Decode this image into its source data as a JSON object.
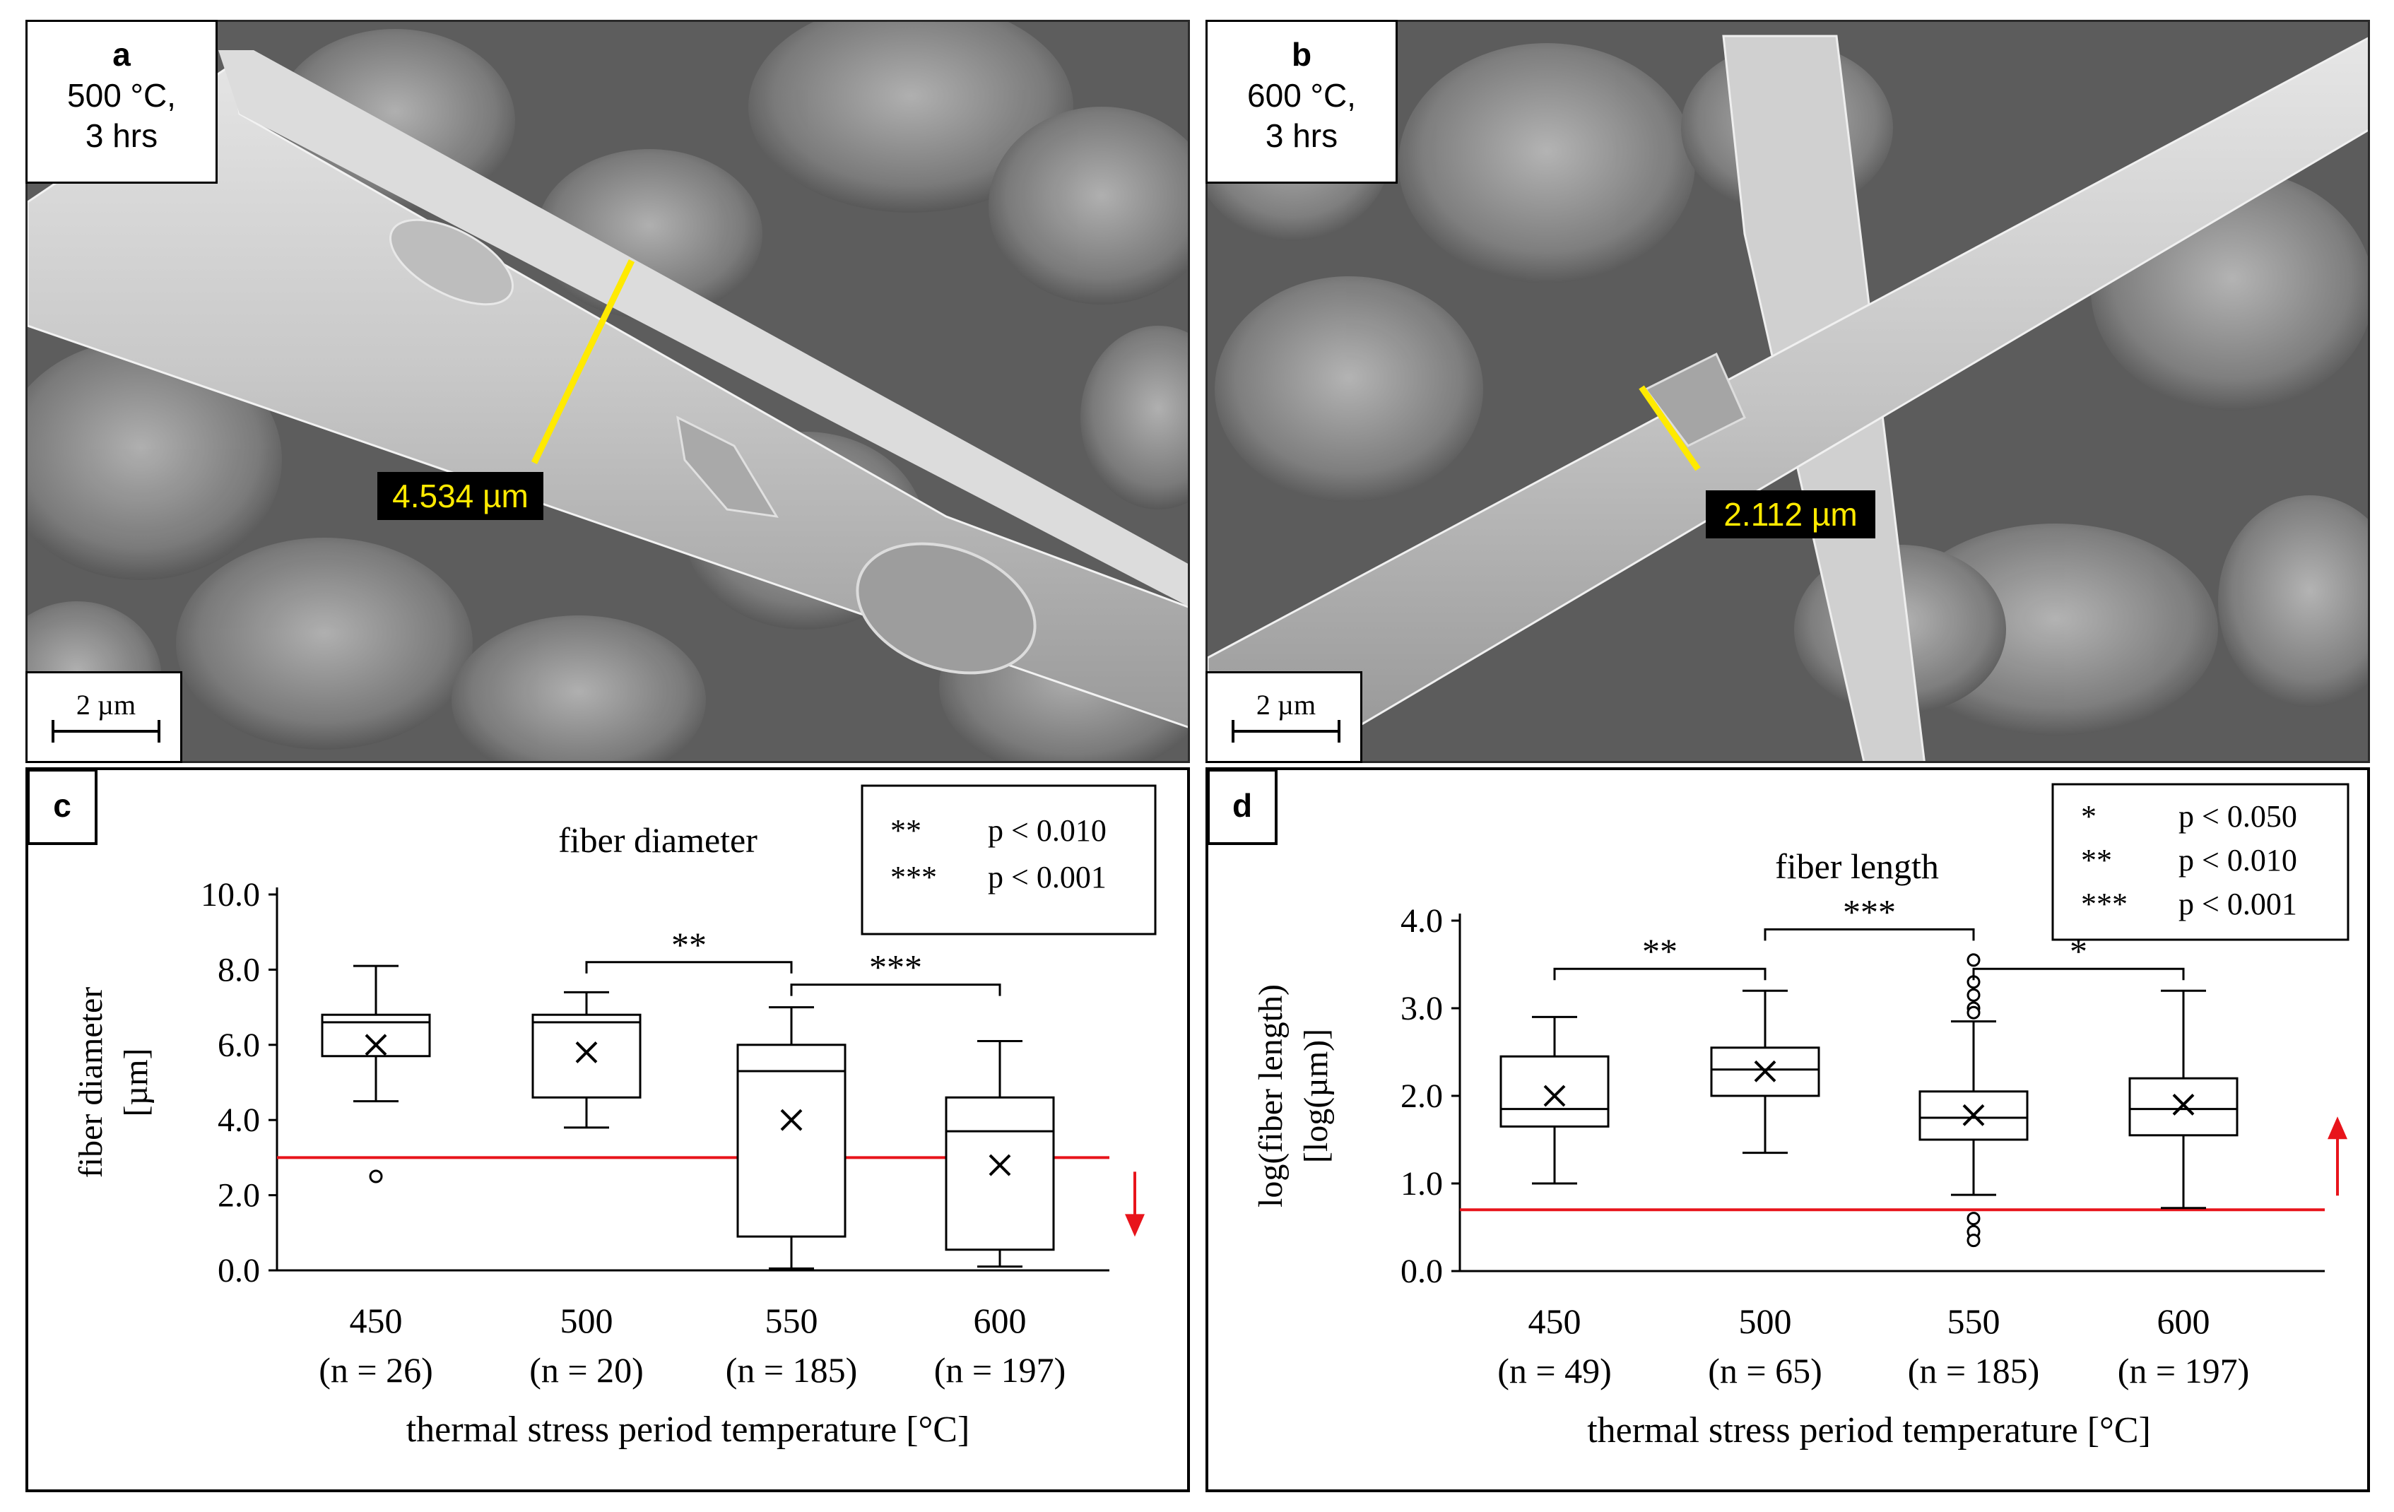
{
  "panels": {
    "a": {
      "letter": "a",
      "line1": "500 °C,",
      "line2": "3 hrs",
      "measure": "4.534 µm",
      "scale": "2 µm"
    },
    "b": {
      "letter": "b",
      "line1": "600 °C,",
      "line2": "3 hrs",
      "measure": "2.112 µm",
      "scale": "2 µm"
    }
  },
  "colors": {
    "measure_line": "#ffea00",
    "measure_text": "#ffea00",
    "threshold": "#e8141b",
    "sem_bg": "#6e6e6e"
  },
  "chart_data": [
    {
      "panel": "c",
      "type": "box",
      "title": "fiber diameter",
      "xlabel": "thermal stress period temperature  [°C]",
      "ylabel": "fiber diameter",
      "ylabel_unit": "[µm]",
      "ylim": [
        0,
        10
      ],
      "yticks": [
        "0.0",
        "2.0",
        "4.0",
        "6.0",
        "8.0",
        "10.0"
      ],
      "categories": [
        "450",
        "500",
        "550",
        "600"
      ],
      "ns": [
        "(n = 26)",
        "(n = 20)",
        "(n = 185)",
        "(n = 197)"
      ],
      "boxes": [
        {
          "min": 4.5,
          "q1": 5.7,
          "median": 6.6,
          "q3": 6.8,
          "max": 8.1,
          "mean": 6.0,
          "outliers": [
            2.5
          ]
        },
        {
          "min": 3.8,
          "q1": 4.6,
          "median": 6.6,
          "q3": 6.8,
          "max": 7.4,
          "mean": 5.8,
          "outliers": []
        },
        {
          "min": 0.05,
          "q1": 0.9,
          "median": 5.3,
          "q3": 6.0,
          "max": 7.0,
          "mean": 4.0,
          "outliers": []
        },
        {
          "min": 0.1,
          "q1": 0.55,
          "median": 3.7,
          "q3": 4.6,
          "max": 6.1,
          "mean": 2.8,
          "outliers": []
        }
      ],
      "threshold": 3.0,
      "arrow": "down",
      "brackets": [
        {
          "from": 1,
          "to": 2,
          "y": 8.2,
          "label": "**"
        },
        {
          "from": 2,
          "to": 3,
          "y": 7.6,
          "label": "***"
        }
      ],
      "legend": [
        {
          "stars": "**",
          "text": "p < 0.010"
        },
        {
          "stars": "***",
          "text": "p < 0.001"
        }
      ]
    },
    {
      "panel": "d",
      "type": "box",
      "title": "fiber length",
      "xlabel": "thermal stress period temperature  [°C]",
      "ylabel": "log(fiber length)",
      "ylabel_unit": "[log(µm)]",
      "ylim": [
        0,
        4
      ],
      "yticks": [
        "0.0",
        "1.0",
        "2.0",
        "3.0",
        "4.0"
      ],
      "categories": [
        "450",
        "500",
        "550",
        "600"
      ],
      "ns": [
        "(n = 49)",
        "(n = 65)",
        "(n = 185)",
        "(n = 197)"
      ],
      "boxes": [
        {
          "min": 1.0,
          "q1": 1.65,
          "median": 1.85,
          "q3": 2.45,
          "max": 2.9,
          "mean": 2.0,
          "outliers": []
        },
        {
          "min": 1.35,
          "q1": 2.0,
          "median": 2.3,
          "q3": 2.55,
          "max": 3.2,
          "mean": 2.28,
          "outliers": []
        },
        {
          "min": 0.87,
          "q1": 1.5,
          "median": 1.75,
          "q3": 2.05,
          "max": 2.85,
          "mean": 1.78,
          "outliers": [
            3.55,
            3.3,
            3.15,
            3.0,
            2.95,
            0.6,
            0.45,
            0.35
          ]
        },
        {
          "min": 0.72,
          "q1": 1.55,
          "median": 1.85,
          "q3": 2.2,
          "max": 3.2,
          "mean": 1.9,
          "outliers": []
        }
      ],
      "threshold": 0.7,
      "arrow": "up",
      "brackets": [
        {
          "from": 0,
          "to": 1,
          "y": 3.45,
          "label": "**"
        },
        {
          "from": 1,
          "to": 2,
          "y": 3.9,
          "label": "***"
        },
        {
          "from": 2,
          "to": 3,
          "y": 3.45,
          "label": "*"
        }
      ],
      "legend": [
        {
          "stars": "*",
          "text": "p < 0.050"
        },
        {
          "stars": "**",
          "text": "p < 0.010"
        },
        {
          "stars": "***",
          "text": "p < 0.001"
        }
      ]
    }
  ]
}
